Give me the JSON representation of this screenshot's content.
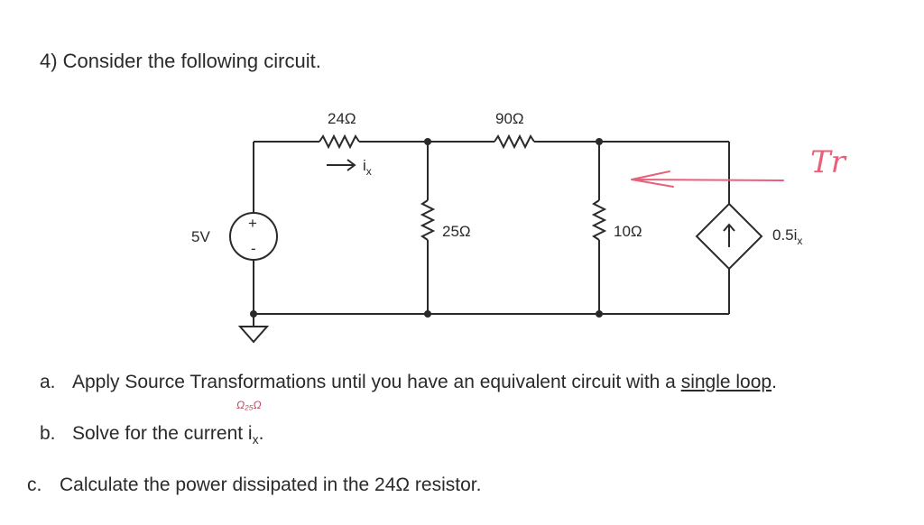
{
  "question": {
    "title": "4)  Consider the following circuit."
  },
  "circuit": {
    "r1": "24Ω",
    "r2": "90Ω",
    "r3": "25Ω",
    "r4": "10Ω",
    "source_voltage": "5V",
    "source_plus": "+",
    "source_minus": "-",
    "current_label": "i",
    "current_subscript": "x",
    "dependent_source_coeff": "0.5i",
    "dependent_source_subscript": "x"
  },
  "annotations": {
    "handwritten_note": "Tr",
    "handwritten_scribble": "Ω₂₅Ω",
    "ink_color": "#e8607a"
  },
  "parts": {
    "a_marker": "a.",
    "a_text": "Apply Source Transformations until you have an equivalent circuit with a ",
    "a_underlined": "single loop",
    "a_end": ".",
    "b_marker": "b.",
    "b_text": "Solve for the current i",
    "b_subscript": "x",
    "b_end": ".",
    "c_marker": "c.",
    "c_text": "Calculate the power dissipated in the 24Ω resistor."
  }
}
